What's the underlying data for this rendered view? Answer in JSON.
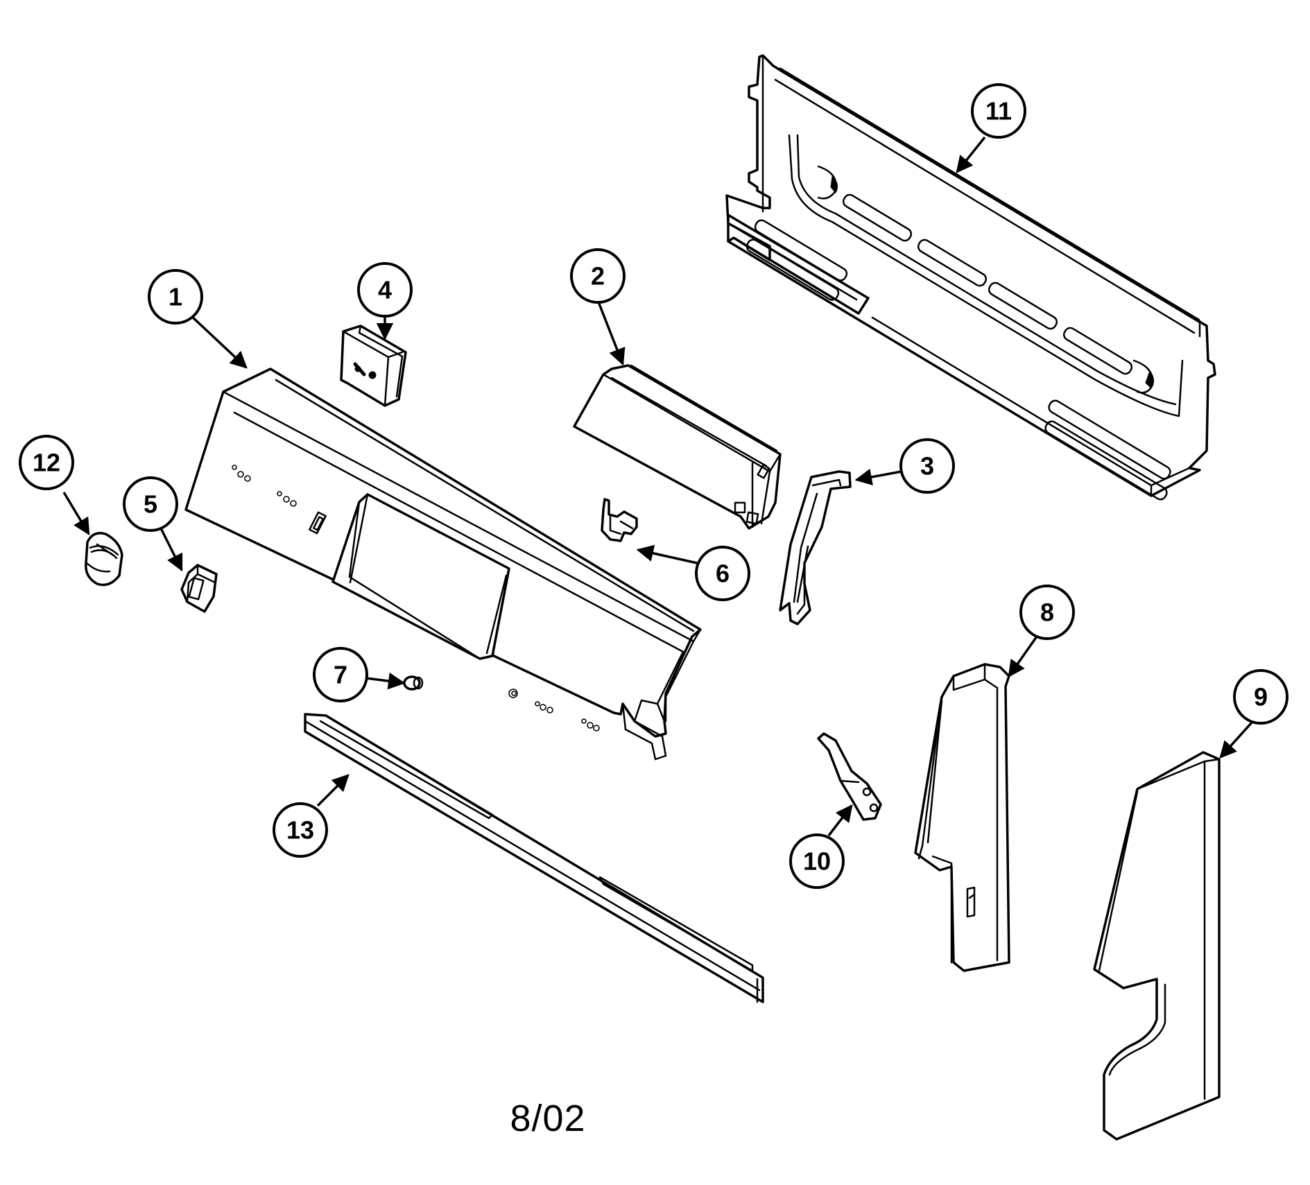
{
  "diagram": {
    "date_code": "8/02",
    "callouts": [
      {
        "id": "1",
        "label": "1"
      },
      {
        "id": "2",
        "label": "2"
      },
      {
        "id": "3",
        "label": "3"
      },
      {
        "id": "4",
        "label": "4"
      },
      {
        "id": "5",
        "label": "5"
      },
      {
        "id": "6",
        "label": "6"
      },
      {
        "id": "7",
        "label": "7"
      },
      {
        "id": "8",
        "label": "8"
      },
      {
        "id": "9",
        "label": "9"
      },
      {
        "id": "10",
        "label": "10"
      },
      {
        "id": "11",
        "label": "11"
      },
      {
        "id": "12",
        "label": "12"
      },
      {
        "id": "13",
        "label": "13"
      }
    ]
  }
}
